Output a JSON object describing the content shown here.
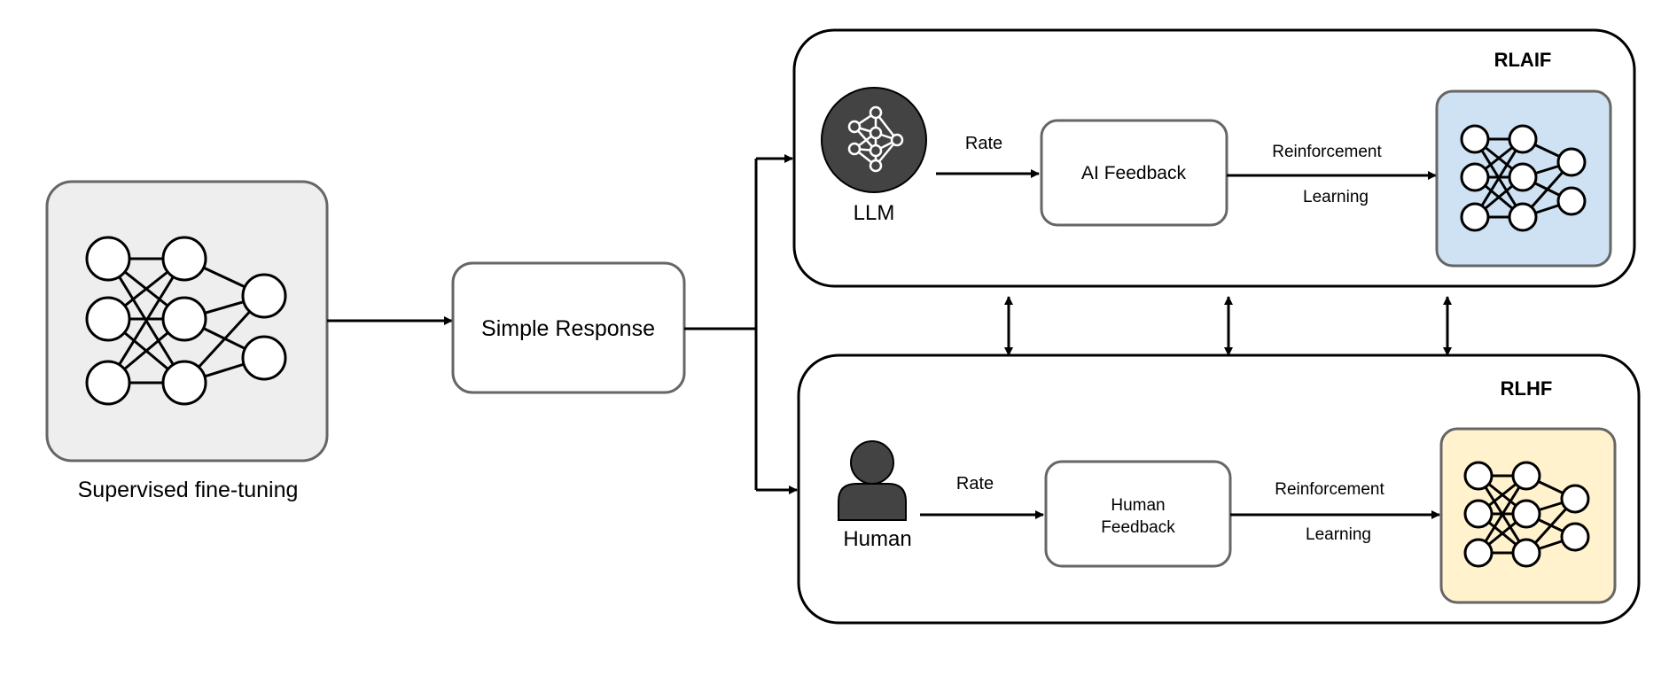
{
  "sft": {
    "label": "Supervised fine-tuning"
  },
  "simple_response": {
    "label": "Simple Response"
  },
  "rlaif": {
    "title": "RLAIF",
    "source_label": "LLM",
    "source_icon": "llm-network-icon",
    "rate_label": "Rate",
    "feedback_label": "AI Feedback",
    "rl_label_line1": "Reinforcement",
    "rl_label_line2": "Learning",
    "model_color": "#cfe2f3"
  },
  "rlhf": {
    "title": "RLHF",
    "source_label": "Human",
    "source_icon": "person-icon",
    "rate_label": "Rate",
    "feedback_label_line1": "Human",
    "feedback_label_line2": "Feedback",
    "rl_label_line1": "Reinforcement",
    "rl_label_line2": "Learning",
    "model_color": "#fff2cc"
  },
  "colors": {
    "sft_box": "#eeeeee",
    "border": "#666666",
    "icon_dark": "#434343",
    "line": "#000000"
  }
}
